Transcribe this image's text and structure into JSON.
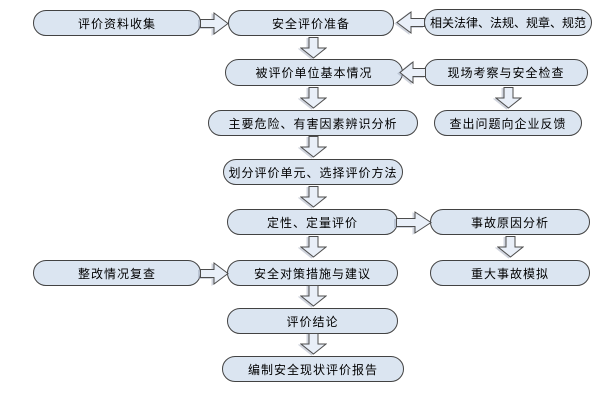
{
  "diagram": {
    "type": "flowchart",
    "colors": {
      "node_fill": "#dbe5f1",
      "node_border": "#424242",
      "arrow_fill": "#e9eff8",
      "background": "#ffffff"
    },
    "nodes": {
      "collect": {
        "label": "评价资料收集"
      },
      "prepare": {
        "label": "安全评价准备"
      },
      "laws": {
        "label": "相关法律、法规、规章、规范"
      },
      "basic": {
        "label": "被评价单位基本情况"
      },
      "site": {
        "label": "现场考察与安全检查"
      },
      "hazard": {
        "label": "主要危险、有害因素辨识分析"
      },
      "feedback": {
        "label": "查出问题向企业反馈"
      },
      "unit": {
        "label": "划分评价单元、选择评价方法"
      },
      "qualeval": {
        "label": "定性、定量评价"
      },
      "accident": {
        "label": "事故原因分析"
      },
      "rectify": {
        "label": "整改情况复查"
      },
      "measures": {
        "label": "安全对策措施与建议"
      },
      "major": {
        "label": "重大事故模拟"
      },
      "conclusion": {
        "label": "评价结论"
      },
      "report": {
        "label": "编制安全现状评价报告"
      }
    },
    "edges": [
      {
        "from": "collect",
        "to": "prepare",
        "direction": "right"
      },
      {
        "from": "laws",
        "to": "prepare",
        "direction": "left"
      },
      {
        "from": "prepare",
        "to": "basic",
        "direction": "down"
      },
      {
        "from": "site",
        "to": "basic",
        "direction": "left"
      },
      {
        "from": "site",
        "to": "feedback",
        "direction": "down"
      },
      {
        "from": "basic",
        "to": "hazard",
        "direction": "down"
      },
      {
        "from": "hazard",
        "to": "unit",
        "direction": "down"
      },
      {
        "from": "unit",
        "to": "qualeval",
        "direction": "down"
      },
      {
        "from": "qualeval",
        "to": "accident",
        "direction": "right"
      },
      {
        "from": "accident",
        "to": "major",
        "direction": "down"
      },
      {
        "from": "qualeval",
        "to": "measures",
        "direction": "down"
      },
      {
        "from": "rectify",
        "to": "measures",
        "direction": "right"
      },
      {
        "from": "measures",
        "to": "conclusion",
        "direction": "down"
      },
      {
        "from": "conclusion",
        "to": "report",
        "direction": "down"
      }
    ]
  }
}
